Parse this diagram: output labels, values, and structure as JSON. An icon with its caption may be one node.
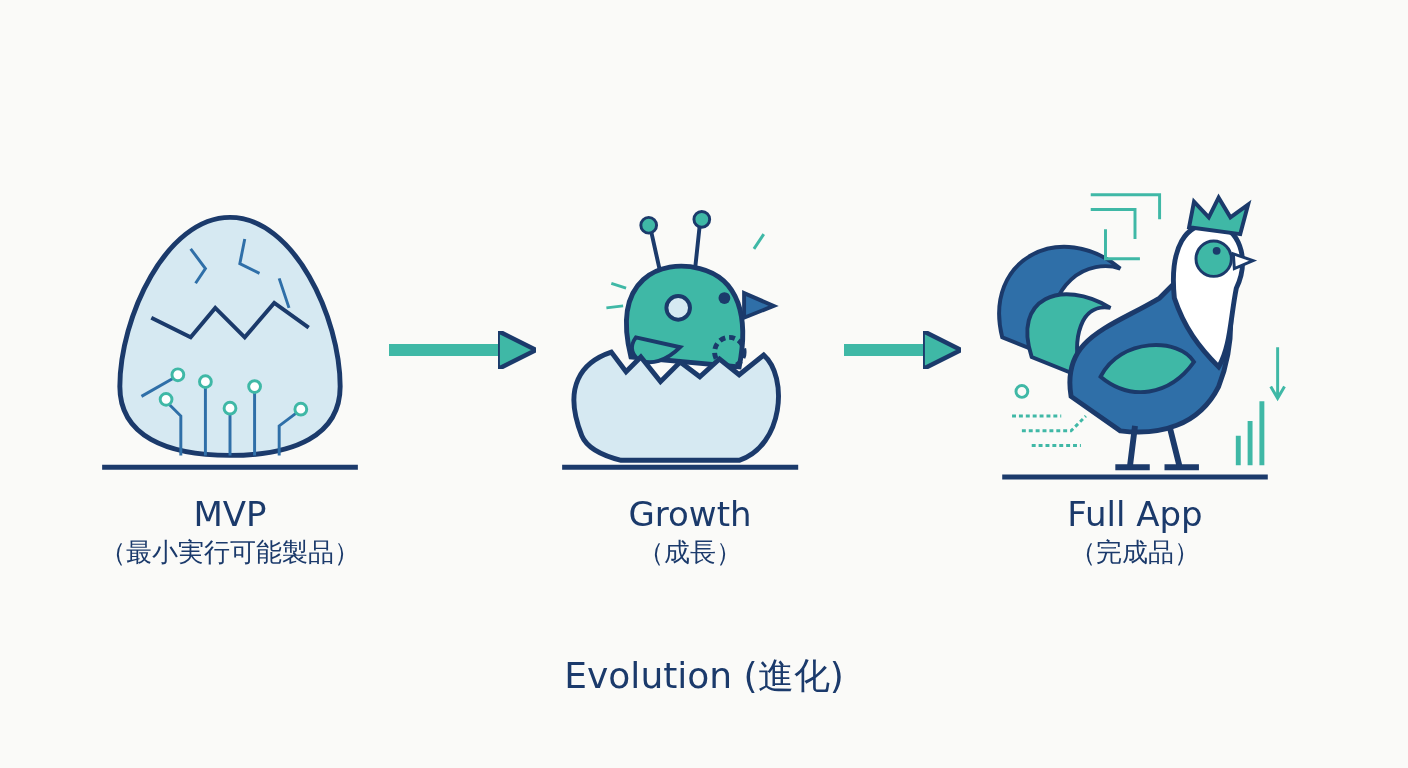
{
  "diagram": {
    "caption": "Evolution (進化)",
    "nodes": [
      {
        "text": [
          "MVP",
          "（最小実行可能製品）"
        ]
      },
      {
        "text": [
          "Growth",
          "（成長）"
        ]
      },
      {
        "text": [
          "Full App",
          "（完成品）"
        ]
      }
    ],
    "edges": [
      {
        "from": 0,
        "to": 1,
        "arrow": "to"
      },
      {
        "from": 1,
        "to": 2,
        "arrow": "to"
      }
    ]
  }
}
